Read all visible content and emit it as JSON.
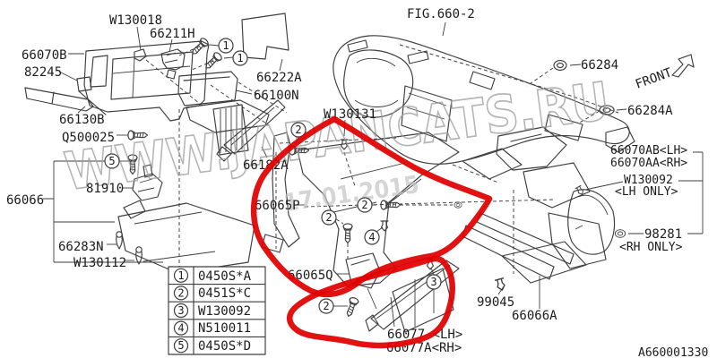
{
  "figure": {
    "fig_ref": "FIG.660-2",
    "drawing_no": "A660001330",
    "front": "FRONT"
  },
  "watermark": {
    "site": "WWW.JAPANCATS.RU",
    "date": "17.01.2015"
  },
  "legend": {
    "rows": [
      {
        "num": "1",
        "code": "0450S*A"
      },
      {
        "num": "2",
        "code": "0451S*C"
      },
      {
        "num": "3",
        "code": "W130092"
      },
      {
        "num": "4",
        "code": "N510011"
      },
      {
        "num": "5",
        "code": "0450S*D"
      }
    ]
  },
  "labels": {
    "w130018": "W130018",
    "n66211h": "66211H",
    "n66070b": "66070B",
    "n82245": "82245",
    "n66130b": "66130B",
    "q500025": "Q500025",
    "n66066": "66066",
    "n81910": "81910",
    "n66283n": "66283N",
    "w130112": "W130112",
    "n66222a": "66222A",
    "n66100n": "66100N",
    "w130131": "W130131",
    "n66182a": "66182A",
    "n66065p": "66065P",
    "n66065q": "66065Q",
    "n66284": "66284",
    "n66284a": "66284A",
    "n66070ab": "66070AB<LH>",
    "n66070aa": "66070AA<RH>",
    "w130092": "W130092",
    "lh_only": "<LH ONLY>",
    "n98281": "98281",
    "rh_only": "<RH ONLY>",
    "n99045": "99045",
    "n66066a": "66066A",
    "n66077": "66077 <LH>",
    "n66077a": "66077A<RH>"
  },
  "colors": {
    "line": "#3d3d3d",
    "annotation": "#e00000",
    "watermark": "#9b9b9b"
  }
}
